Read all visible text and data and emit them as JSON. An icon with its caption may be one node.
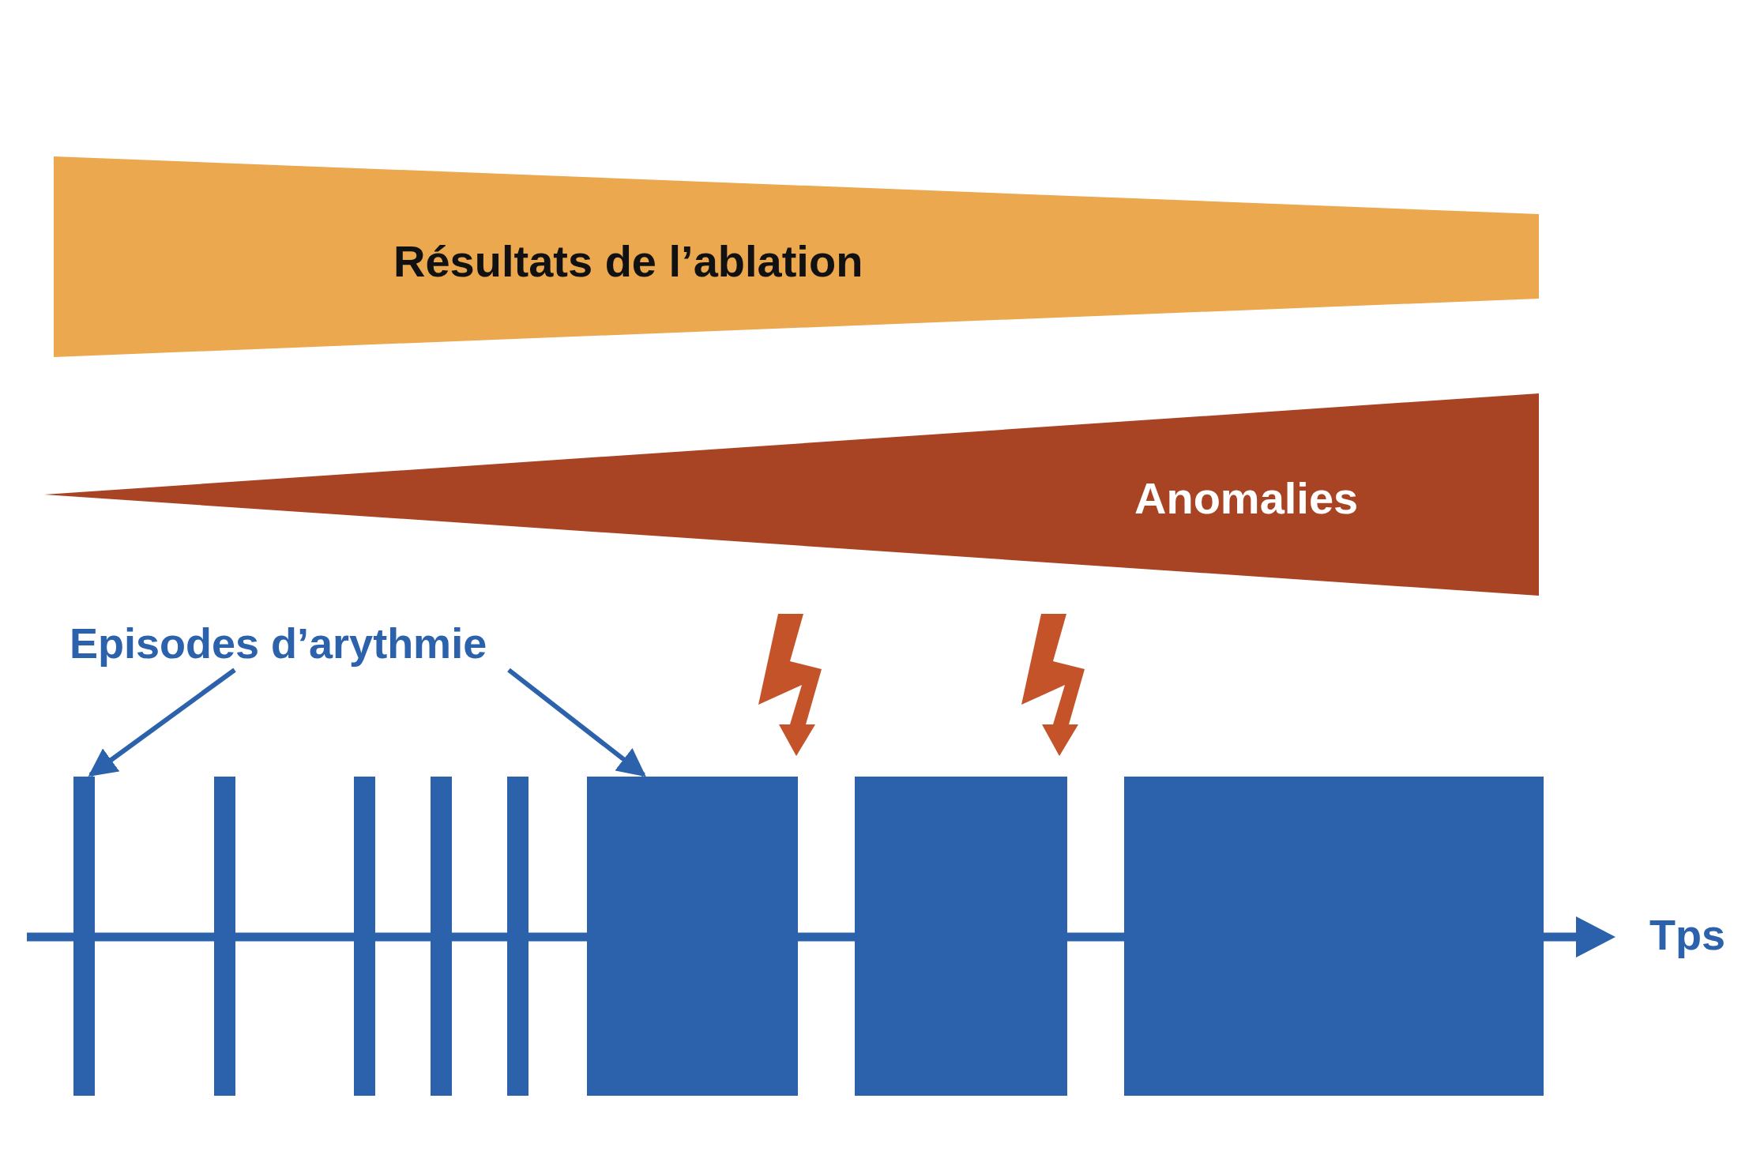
{
  "diagram": {
    "nodes": [
      {
        "text": [
          "Résultats de l’ablation"
        ]
      },
      {
        "text": [
          "Anomalies"
        ]
      },
      {
        "text": [
          "Episodes d’arythmie"
        ]
      },
      {
        "text": [],
        "shape": "bar"
      },
      {
        "text": [],
        "shape": "bar"
      },
      {
        "text": [],
        "shape": "bar"
      },
      {
        "text": [],
        "shape": "bar"
      },
      {
        "text": [],
        "shape": "bar"
      },
      {
        "text": [],
        "shape": "box"
      },
      {
        "text": [],
        "shape": "box"
      },
      {
        "text": [],
        "shape": "box"
      }
    ],
    "edges": [
      {
        "from": 2,
        "to": 3,
        "arrow": "to"
      },
      {
        "from": 2,
        "to": 8,
        "arrow": "to"
      }
    ],
    "labels": [
      "Tps"
    ]
  }
}
